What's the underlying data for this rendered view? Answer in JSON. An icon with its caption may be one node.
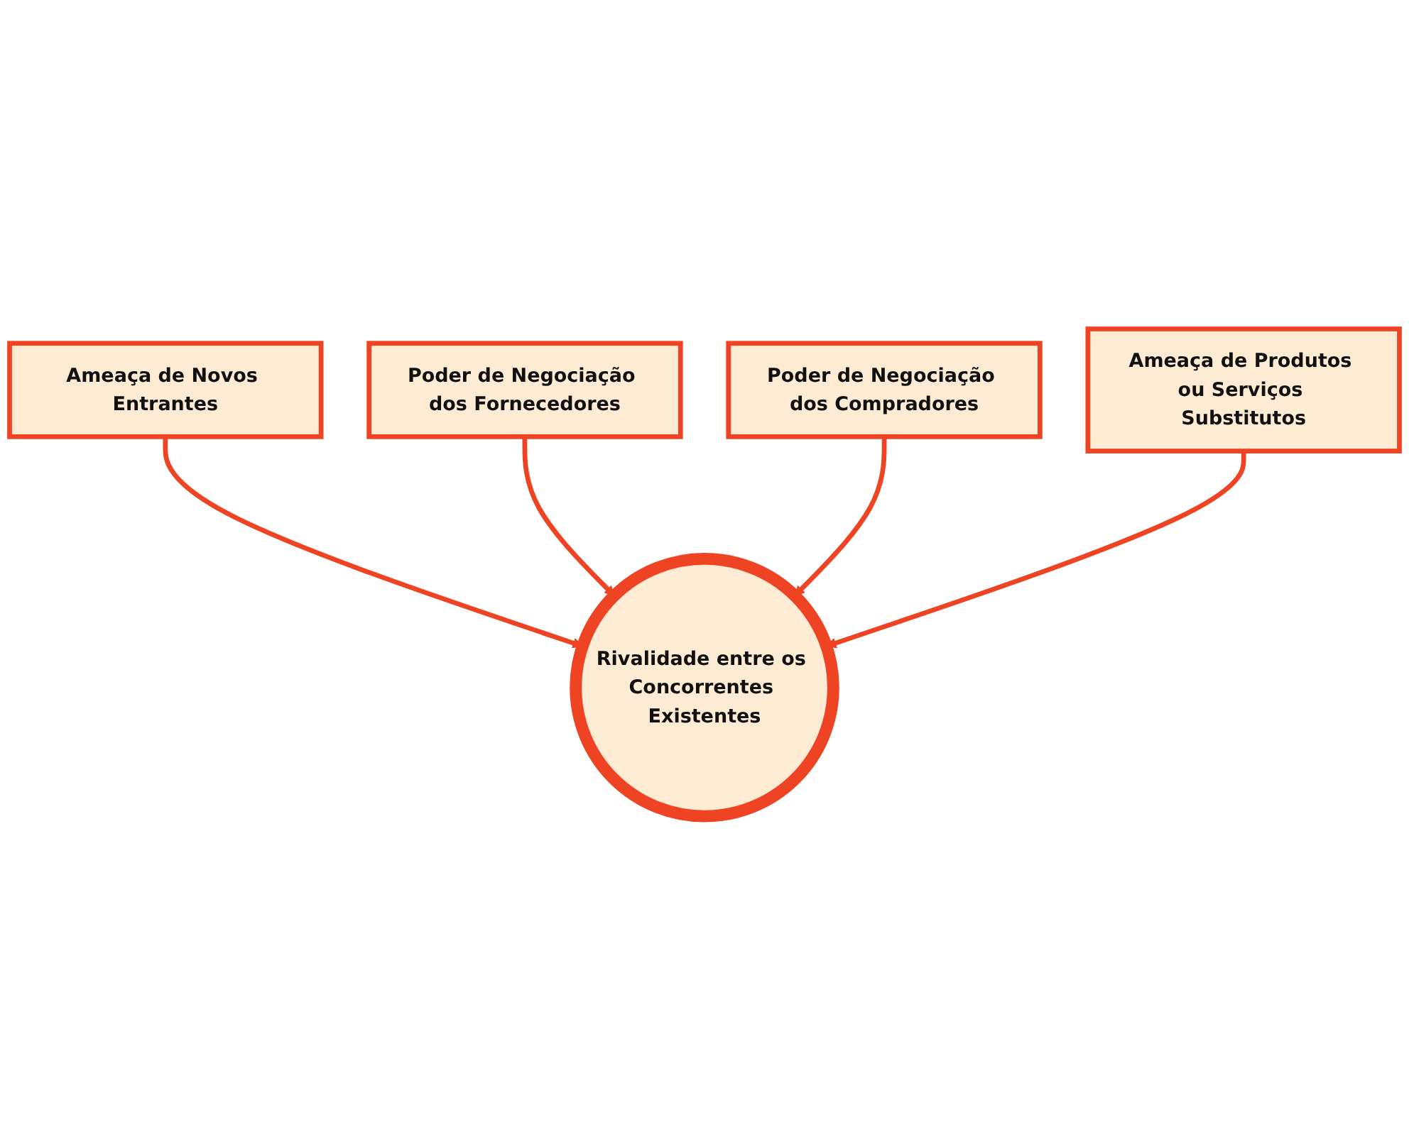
{
  "diagram": {
    "nodes": [
      {
        "text": [
          "Ameaça de Novos Entrantes"
        ]
      },
      {
        "text": [
          "Poder de Negociação dos Fornecedores"
        ]
      },
      {
        "text": [
          "Rivalidade entre os Concorrentes Existentes"
        ]
      },
      {
        "text": [
          "Poder de Negociação dos Compradores"
        ]
      },
      {
        "text": [
          "Ameaça de Produtos ou Serviços Substitutos"
        ]
      }
    ],
    "edges": [
      {
        "from": 0,
        "to": 2,
        "arrow": "to"
      },
      {
        "from": 1,
        "to": 2,
        "arrow": "to"
      },
      {
        "from": 3,
        "to": 2,
        "arrow": "to"
      },
      {
        "from": 4,
        "to": 2,
        "arrow": "to"
      }
    ]
  }
}
